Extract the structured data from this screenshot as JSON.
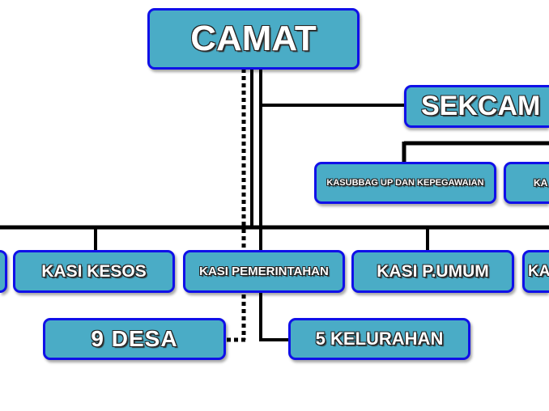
{
  "chart": {
    "camat": "CAMAT",
    "sekcam": "SEKCAM",
    "kasubbag_up": "KASUBBAG UP DAN KEPEGAWAIAN",
    "kasubbag_partial": "KA",
    "kasi_kesos": "KASI KESOS",
    "kasi_pemerintahan": "KASI PEMERINTAHAN",
    "kasi_pumum": "KASI P.UMUM",
    "kasi_partial": "KA",
    "desa": "9 DESA",
    "kelurahan": "5 KELURAHAN"
  },
  "colors": {
    "box_fill": "#4aacc6",
    "box_border": "#1010e8",
    "line": "#000000"
  }
}
